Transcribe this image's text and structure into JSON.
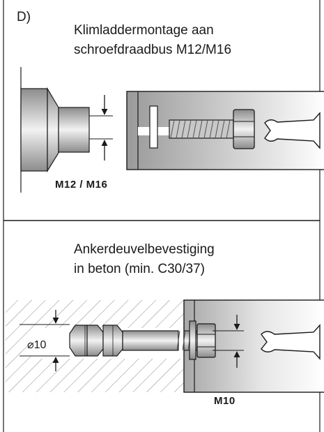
{
  "panel_label": "D)",
  "section_top": {
    "title_line1": "Klimladdermontage aan",
    "title_line2": "schroefdraadbus M12/M16",
    "dimension_label": "M12 / M16"
  },
  "section_bottom": {
    "title_line1": "Ankerdeuvelbevestiging",
    "title_line2": "in beton (min. C30/37)",
    "diameter_label": "⌀10",
    "dimension_label": "M10"
  }
}
